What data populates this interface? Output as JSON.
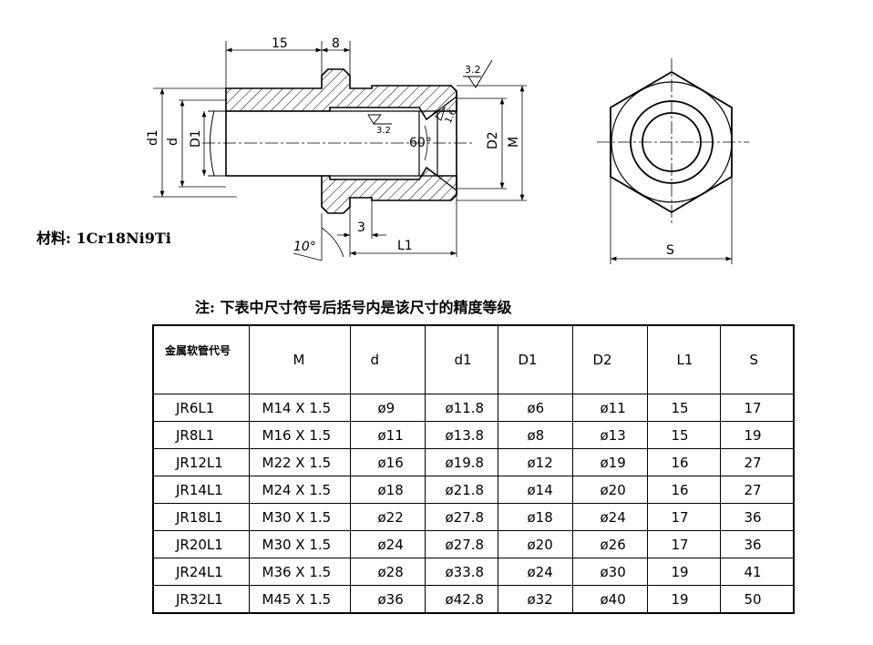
{
  "drawing": {
    "dims_top": [
      "15",
      "8"
    ],
    "dims_left": [
      "d1",
      "d",
      "D1"
    ],
    "dims_right": [
      "D2",
      "M"
    ],
    "angle_label": "60°",
    "chamfer_label": "10°",
    "dim_3": "3",
    "dim_L1": "L1",
    "roughness_main": "3.2",
    "roughness_bore": "3.2",
    "roughness_cone": "1.6",
    "dim_S": "S"
  },
  "material": "材料: 1Cr18Ni9Ti",
  "note": "注: 下表中尺寸符号后括号内是该尺寸的精度等级",
  "table": {
    "headers": [
      "金属软管代号",
      "M",
      "d",
      "d1",
      "D1",
      "D2",
      "L1",
      "S"
    ],
    "rows": [
      [
        "JR6L1",
        "M14 X 1.5",
        "ø9",
        "ø11.8",
        "ø6",
        "ø11",
        "15",
        "17"
      ],
      [
        "JR8L1",
        "M16 X 1.5",
        "ø11",
        "ø13.8",
        "ø8",
        "ø13",
        "15",
        "19"
      ],
      [
        "JR12L1",
        "M22 X 1.5",
        "ø16",
        "ø19.8",
        "ø12",
        "ø19",
        "16",
        "27"
      ],
      [
        "JR14L1",
        "M24 X 1.5",
        "ø18",
        "ø21.8",
        "ø14",
        "ø20",
        "16",
        "27"
      ],
      [
        "JR18L1",
        "M30 X 1.5",
        "ø22",
        "ø27.8",
        "ø18",
        "ø24",
        "17",
        "36"
      ],
      [
        "JR20L1",
        "M30 X 1.5",
        "ø24",
        "ø27.8",
        "ø20",
        "ø26",
        "17",
        "36"
      ],
      [
        "JR24L1",
        "M36 X 1.5",
        "ø28",
        "ø33.8",
        "ø24",
        "ø30",
        "19",
        "41"
      ],
      [
        "JR32L1",
        "M45 X 1.5",
        "ø36",
        "ø42.8",
        "ø32",
        "ø40",
        "19",
        "50"
      ]
    ]
  }
}
